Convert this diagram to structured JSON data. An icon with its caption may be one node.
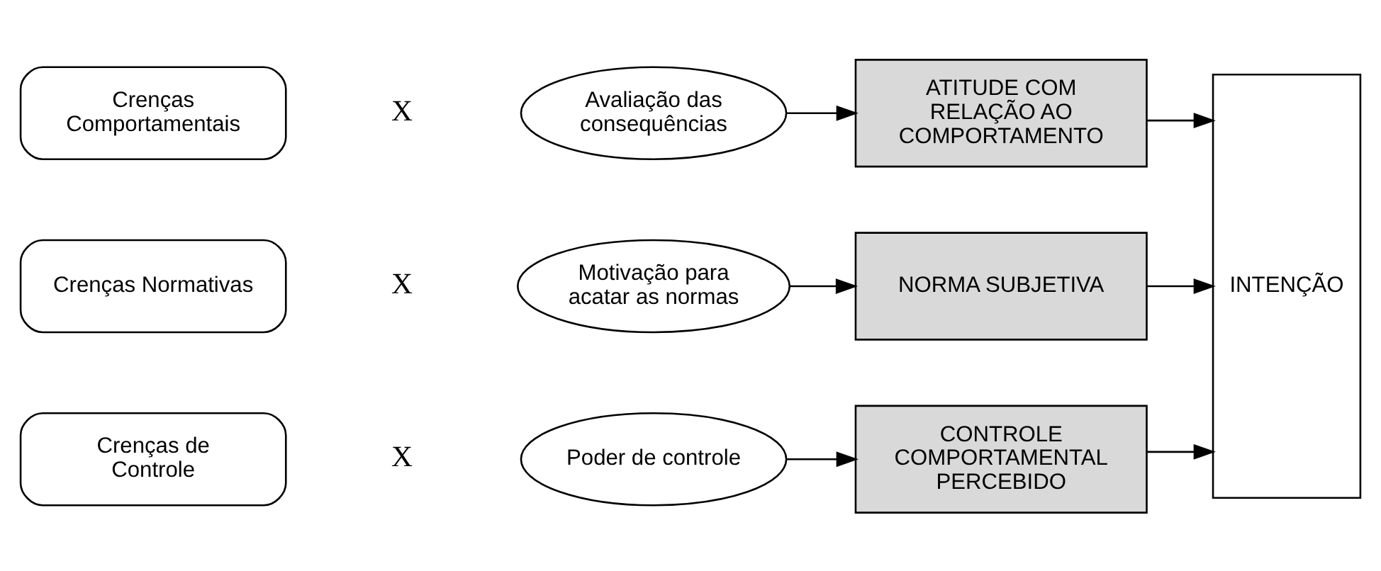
{
  "diagram": {
    "nodes": [
      {
        "text": [
          "Crenças Comportamentais"
        ]
      },
      {
        "text": [
          "Avaliação das consequências"
        ]
      },
      {
        "text": [
          "ATITUDE COM RELAÇÃO AO COMPORTAMENTO"
        ]
      },
      {
        "text": [
          "Crenças Normativas"
        ]
      },
      {
        "text": [
          "Motivação para acatar as normas"
        ]
      },
      {
        "text": [
          "NORMA SUBJETIVA"
        ]
      },
      {
        "text": [
          "Crenças de Controle"
        ]
      },
      {
        "text": [
          "Poder de controle"
        ]
      },
      {
        "text": [
          "CONTROLE COMPORTAMENTAL PERCEBIDO"
        ]
      },
      {
        "text": [
          "INTENÇÃO"
        ]
      }
    ],
    "edges": [
      {
        "from": 1,
        "to": 2,
        "arrow": "to"
      },
      {
        "from": 4,
        "to": 5,
        "arrow": "to"
      },
      {
        "from": 7,
        "to": 8,
        "arrow": "to"
      },
      {
        "from": 2,
        "to": 9,
        "arrow": "to"
      },
      {
        "from": 5,
        "to": 9,
        "arrow": "to"
      },
      {
        "from": 8,
        "to": 9,
        "arrow": "to"
      }
    ],
    "labels": [
      "X",
      "X",
      "X"
    ]
  }
}
